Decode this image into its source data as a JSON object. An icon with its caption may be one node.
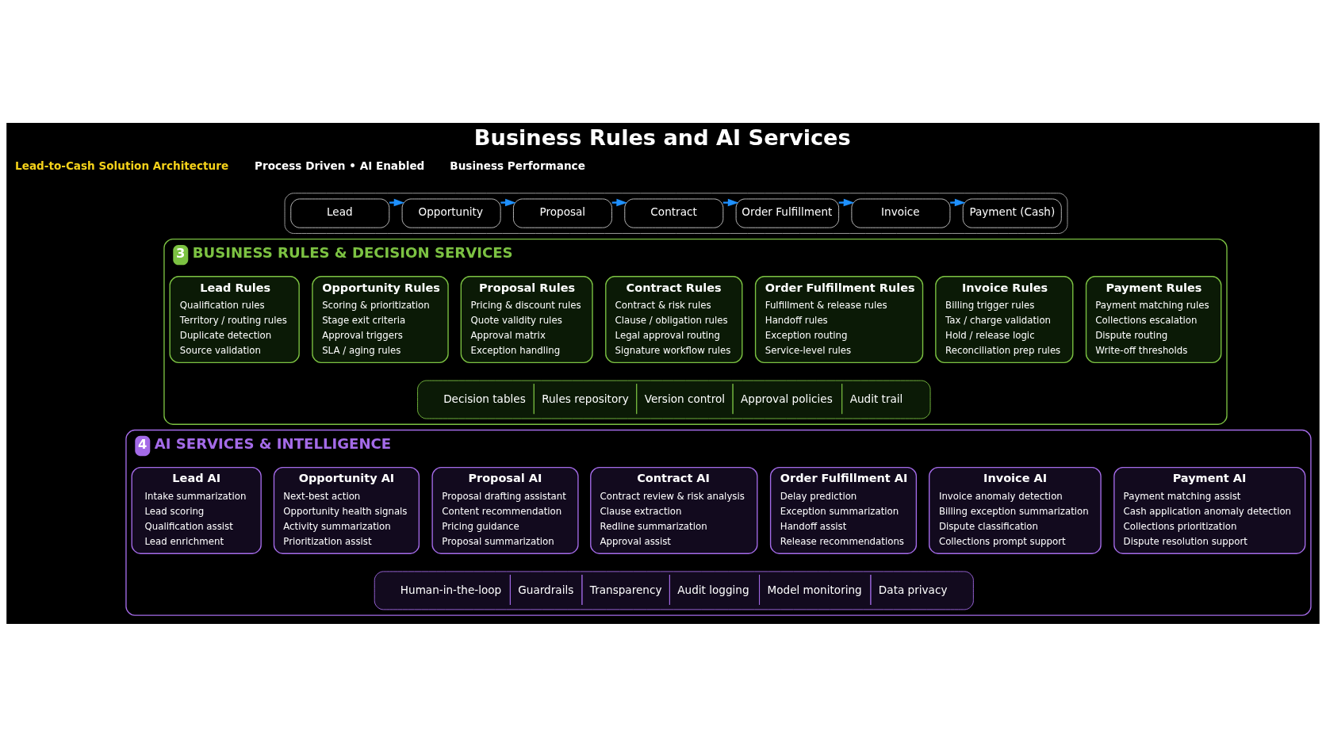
{
  "diagram": {
    "title": "Business Rules and AI Services",
    "nodes": [
      {
        "text": [],
        "shape": "box"
      },
      {
        "text": [
          "Lead"
        ],
        "in": 0
      },
      {
        "text": [
          "Opportunity"
        ],
        "in": 0
      },
      {
        "text": [
          "Proposal"
        ],
        "in": 0
      },
      {
        "text": [
          "Contract"
        ],
        "in": 0
      },
      {
        "text": [
          "Order Fulfillment"
        ],
        "in": 0
      },
      {
        "text": [
          "Invoice"
        ],
        "in": 0
      },
      {
        "text": [
          "Payment (Cash)"
        ],
        "in": 0
      },
      {
        "text": [
          "3",
          "BUSINESS RULES & DECISION SERVICES"
        ]
      },
      {
        "text": [
          "Lead Rules",
          "Qualification rules",
          "Territory / routing rules",
          "Duplicate detection",
          "Source validation"
        ],
        "in": 8
      },
      {
        "text": [
          "Opportunity Rules",
          "Scoring & prioritization",
          "Stage exit criteria",
          "Approval triggers",
          "SLA / aging rules"
        ],
        "in": 8
      },
      {
        "text": [
          "Proposal Rules",
          "Pricing & discount rules",
          "Quote validity rules",
          "Approval matrix",
          "Exception handling"
        ],
        "in": 8
      },
      {
        "text": [
          "Contract Rules",
          "Contract & risk rules",
          "Clause / obligation rules",
          "Legal approval routing",
          "Signature workflow rules"
        ],
        "in": 8
      },
      {
        "text": [
          "Order Fulfillment Rules",
          "Fulfillment & release rules",
          "Handoff rules",
          "Exception routing",
          "Service-level rules"
        ],
        "in": 8
      },
      {
        "text": [
          "Invoice Rules",
          "Billing trigger rules",
          "Tax / charge validation",
          "Hold / release logic",
          "Reconciliation prep rules"
        ],
        "in": 8
      },
      {
        "text": [
          "Payment Rules",
          "Payment matching rules",
          "Collections escalation",
          "Dispute routing",
          "Write-off thresholds"
        ],
        "in": 8
      },
      {
        "text": [
          "Decision tables",
          "Rules repository",
          "Version control",
          "Approval policies",
          "Audit trail"
        ],
        "in": 8
      },
      {
        "text": [
          "4",
          "AI SERVICES & INTELLIGENCE"
        ]
      },
      {
        "text": [
          "Lead AI",
          "Intake summarization",
          "Lead scoring",
          "Qualification assist",
          "Lead enrichment"
        ],
        "in": 17
      },
      {
        "text": [
          "Opportunity AI",
          "Next-best action",
          "Opportunity health signals",
          "Activity summarization",
          "Prioritization assist"
        ],
        "in": 17
      },
      {
        "text": [
          "Proposal AI",
          "Proposal drafting assistant",
          "Content recommendation",
          "Pricing guidance",
          "Proposal summarization"
        ],
        "in": 17
      },
      {
        "text": [
          "Contract AI",
          "Contract review & risk analysis",
          "Clause extraction",
          "Redline summarization",
          "Approval assist"
        ],
        "in": 17
      },
      {
        "text": [
          "Order Fulfillment AI",
          "Delay prediction",
          "Exception summarization",
          "Handoff assist",
          "Release recommendations"
        ],
        "in": 17
      },
      {
        "text": [
          "Invoice AI",
          "Invoice anomaly detection",
          "Billing exception summarization",
          "Dispute classification",
          "Collections prompt support"
        ],
        "in": 17
      },
      {
        "text": [
          "Payment AI",
          "Payment matching assist",
          "Cash application anomaly detection",
          "Collections prioritization",
          "Dispute resolution support"
        ],
        "in": 17
      },
      {
        "text": [
          "Human-in-the-loop",
          "Guardrails",
          "Transparency",
          "Audit logging",
          "Model monitoring",
          "Data privacy"
        ],
        "in": 17
      }
    ],
    "edges": [
      {
        "from": 1,
        "to": 2,
        "arrow": "to"
      },
      {
        "from": 2,
        "to": 3,
        "arrow": "to"
      },
      {
        "from": 3,
        "to": 4,
        "arrow": "to"
      },
      {
        "from": 4,
        "to": 5,
        "arrow": "to"
      },
      {
        "from": 5,
        "to": 6,
        "arrow": "to"
      },
      {
        "from": 6,
        "to": 7,
        "arrow": "to"
      }
    ],
    "labels": [
      "Lead-to-Cash Solution Architecture",
      "Process Driven • AI Enabled",
      "Business Performance"
    ]
  }
}
